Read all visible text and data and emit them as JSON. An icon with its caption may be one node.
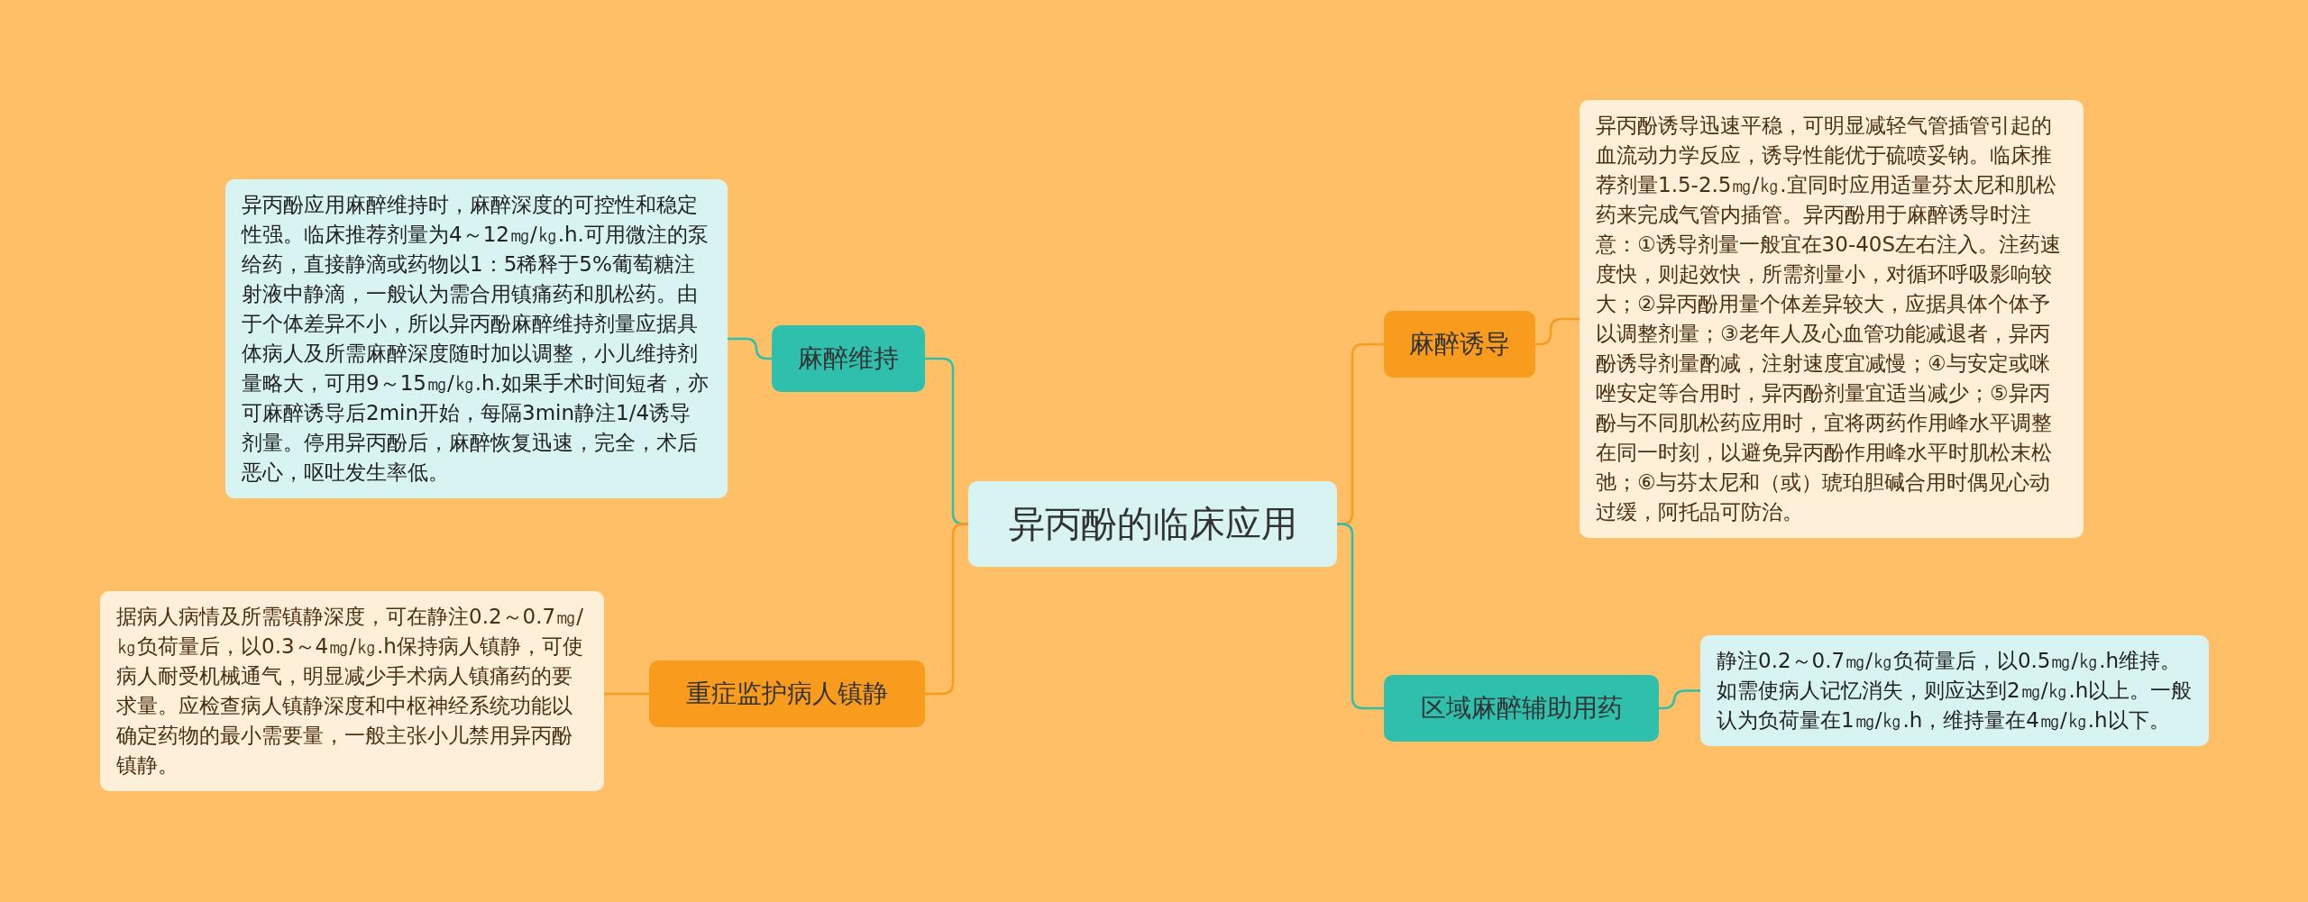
{
  "diagram": {
    "nodes": [
      {
        "text": [
          "异丙酚的临床应用"
        ]
      },
      {
        "text": [
          "麻醉维持"
        ]
      },
      {
        "text": [
          "异丙酚应用麻醉维持时，麻醉深度的可控性和稳定性强。临床推荐剂量为4～12㎎/㎏.h.可用微注的泵给药，直接静滴或药物以1：5稀释于5%葡萄糖注射液中静滴，一般认为需合用镇痛药和肌松药。由于个体差异不小，所以异丙酚麻醉维持剂量应据具体病人及所需麻醉深度随时加以调整，小儿维持剂量略大，可用9～15㎎/㎏.h.如果手术时间短者，亦可麻醉诱导后2min开始，每隔3min静注1/4诱导剂量。停用异丙酚后，麻醉恢复迅速，完全，术后恶心，呕吐发生率低。"
        ]
      },
      {
        "text": [
          "重症监护病人镇静"
        ]
      },
      {
        "text": [
          "据病人病情及所需镇静深度，可在静注0.2～0.7㎎/㎏负荷量后，以0.3～4㎎/㎏.h保持病人镇静，可使病人耐受机械通气，明显减少手术病人镇痛药的要求量。应检查病人镇静深度和中枢神经系统功能以确定药物的最小需要量，一般主张小儿禁用异丙酚镇静。"
        ]
      },
      {
        "text": [
          "麻醉诱导"
        ]
      },
      {
        "text": [
          "异丙酚诱导迅速平稳，可明显减轻气管插管引起的血流动力学反应，诱导性能优于硫喷妥钠。临床推荐剂量1.5-2.5㎎/㎏.宜同时应用适量芬太尼和肌松药来完成气管内插管。异丙酚用于麻醉诱导时注意：①诱导剂量一般宜在30-40S左右注入。注药速度快，则起效快，所需剂量小，对循环呼吸影响较大；②异丙酚用量个体差异较大，应据具体个体予以调整剂量；③老年人及心血管功能减退者，异丙酚诱导剂量酌减，注射速度宜减慢；④与安定或咪唑安定等合用时，异丙酚剂量宜适当减少；⑤异丙酚与不同肌松药应用时，宜将两药作用峰水平调整在同一时刻，以避免异丙酚作用峰水平时肌松末松弛；⑥与芬太尼和（或）琥珀胆碱合用时偶见心动过缓，阿托品可防治。"
        ]
      },
      {
        "text": [
          "区域麻醉辅助用药"
        ]
      },
      {
        "text": [
          "静注0.2～0.7㎎/㎏负荷量后，以0.5㎎/㎏.h维持。如需使病人记忆消失，则应达到2㎎/㎏.h以上。一般认为负荷量在1㎎/㎏.h，维持量在4㎎/㎏.h以下。"
        ]
      }
    ],
    "edges": [
      {
        "from": 0,
        "to": 1,
        "arrow": "none",
        "color": "#2ebfad"
      },
      {
        "from": 1,
        "to": 2,
        "arrow": "none",
        "color": "#2ebfad"
      },
      {
        "from": 0,
        "to": 3,
        "arrow": "none",
        "color": "#f99c1d"
      },
      {
        "from": 3,
        "to": 4,
        "arrow": "none",
        "color": "#f99c1d"
      },
      {
        "from": 0,
        "to": 5,
        "arrow": "none",
        "color": "#f99c1d"
      },
      {
        "from": 5,
        "to": 6,
        "arrow": "none",
        "color": "#f99c1d"
      },
      {
        "from": 0,
        "to": 7,
        "arrow": "none",
        "color": "#2ebfad"
      },
      {
        "from": 7,
        "to": 8,
        "arrow": "none",
        "color": "#2ebfad"
      }
    ]
  }
}
